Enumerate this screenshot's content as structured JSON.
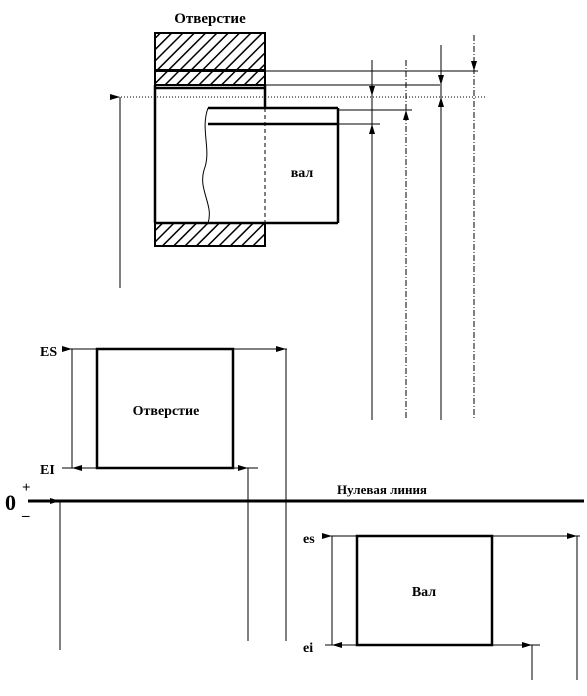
{
  "hole_title": "Отверстие",
  "shaft_label": "вал",
  "hole_zone_label": "Отверстие",
  "shaft_zone_label": "Вал",
  "zero_line_label": "Нулевая линия",
  "zero_symbol": "0",
  "plus_symbol": "+",
  "minus_symbol": "–",
  "ES": "ES",
  "EI": "EI",
  "es": "es",
  "ei": "ei"
}
